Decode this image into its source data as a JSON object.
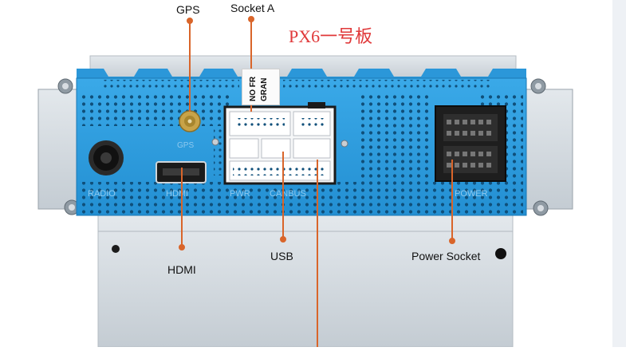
{
  "title": "PX6一号板",
  "labels": {
    "gps": "GPS",
    "socket_a": "Socket A",
    "hdmi": "HDMI",
    "usb": "USB",
    "power_socket": "Power Socket"
  },
  "sticker": {
    "line1": "NO FR",
    "line2": "GRAN"
  },
  "colors": {
    "panel_blue": "#2f9fe0",
    "chassis_silver": "#d3d9df",
    "title_red": "#e0393a",
    "leader_orange": "#d9652a"
  }
}
